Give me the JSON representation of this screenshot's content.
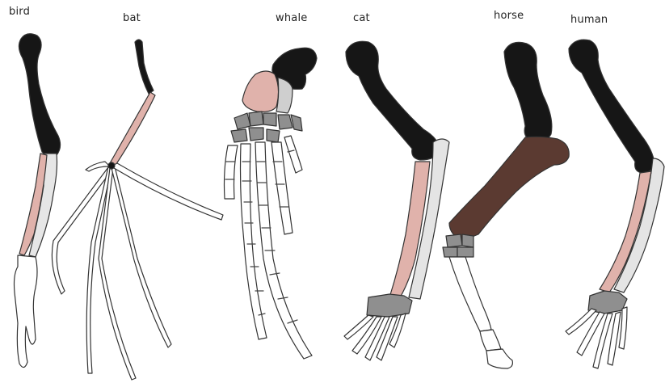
{
  "labels": {
    "bird": "bird",
    "bat": "bat",
    "whale": "whale",
    "cat": "cat",
    "horse": "horse",
    "human": "human"
  },
  "colors": {
    "humerus": "#161616",
    "radius": "#e0b2ab",
    "ulna": "#e4e4e4",
    "carpals": "#8f8f8f",
    "phalanges": "#ffffff",
    "horse_limb": "#5b3a31",
    "outline": "#333333"
  }
}
